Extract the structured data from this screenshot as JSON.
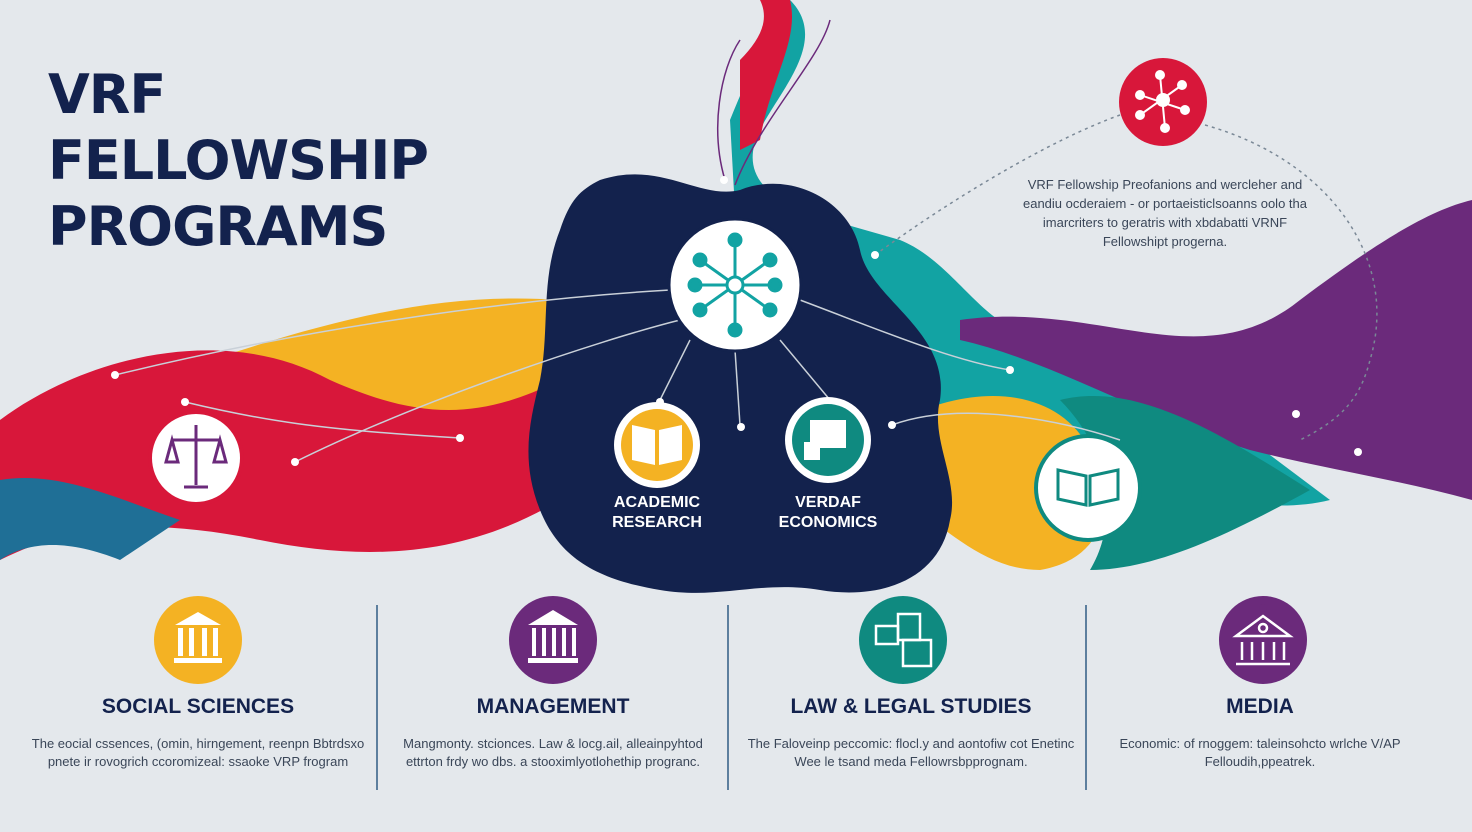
{
  "title": {
    "line1": "VRF",
    "line2": "FELLOWSHIP",
    "line3": "PROGRAMS"
  },
  "note": "VRF Fellowship Preofanions and wercleher and eandiu ocderaiem - or portaeisticlsoanns oolo tha imarcriters to geratris with xbdabatti VRNF Fellowshipt progerna.",
  "hub": {
    "academic": {
      "line1": "ACADEMIC",
      "line2": "RESEARCH"
    },
    "economics": {
      "line1": "VERDAF",
      "line2": "ECONOMICS"
    }
  },
  "columns": [
    {
      "title": "SOCIAL SCIENCES",
      "text": "The eocial cssences, (omin, hirngement, reenpn Bbtrdsxo pnete ir rovogrich ccoromizeal: ssaoke VRP frogram",
      "icon": "pillared-building-icon",
      "color": "#f4b223"
    },
    {
      "title": "MANAGEMENT",
      "text": "Mangmonty. stcionces. Law & locg.ail, alleainpyhtod ettrton frdy wo dbs. a stooximlyotlohethip progranc.",
      "icon": "courthouse-icon",
      "color": "#6b2a7b"
    },
    {
      "title": "LAW & LEGAL STUDIES",
      "text": "The Faloveinp peccomic: flocl.y and aontofiw cot Enetinc Wee le tsand meda Fellowrsbpprognam.",
      "icon": "documents-icon",
      "color": "#0f8a80"
    },
    {
      "title": "MEDIA",
      "text": "Economic: of rnoggem: taleinsohcto wrlche V/AP Felloudih,ppeatrek.",
      "icon": "museum-icon",
      "color": "#6b2a7b"
    }
  ],
  "colors": {
    "navy": "#13224d",
    "red": "#d8173a",
    "yellow": "#f4b223",
    "teal": "#12a3a3",
    "purple": "#6b2a7b"
  }
}
